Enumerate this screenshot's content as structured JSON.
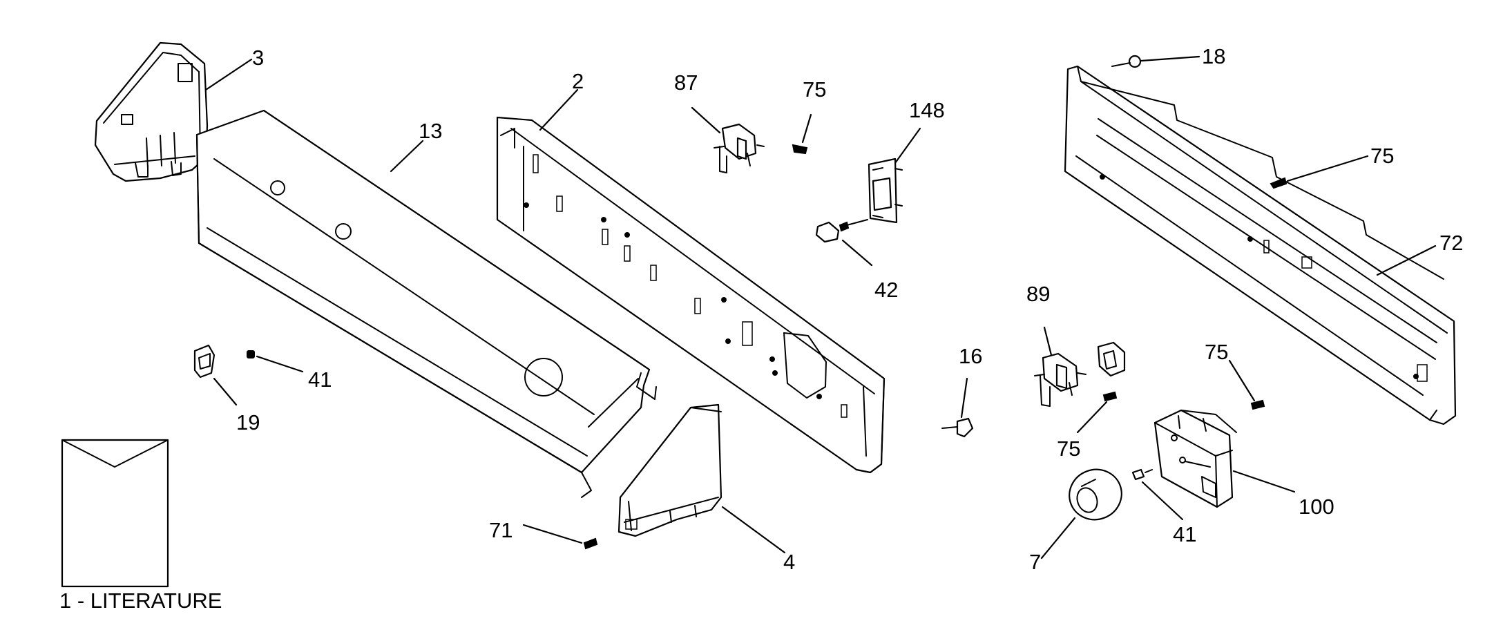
{
  "callouts": {
    "c3": "3",
    "c13": "13",
    "c2": "2",
    "c87": "87",
    "c75a": "75",
    "c148": "148",
    "c42": "42",
    "c18": "18",
    "c75b": "75",
    "c72": "72",
    "c41a": "41",
    "c19": "19",
    "c71": "71",
    "c4": "4",
    "c16": "16",
    "c89": "89",
    "c75c": "75",
    "c75d": "75",
    "c100": "100",
    "c41b": "41",
    "c7": "7"
  },
  "literature": {
    "caption": "1 - LITERATURE"
  }
}
